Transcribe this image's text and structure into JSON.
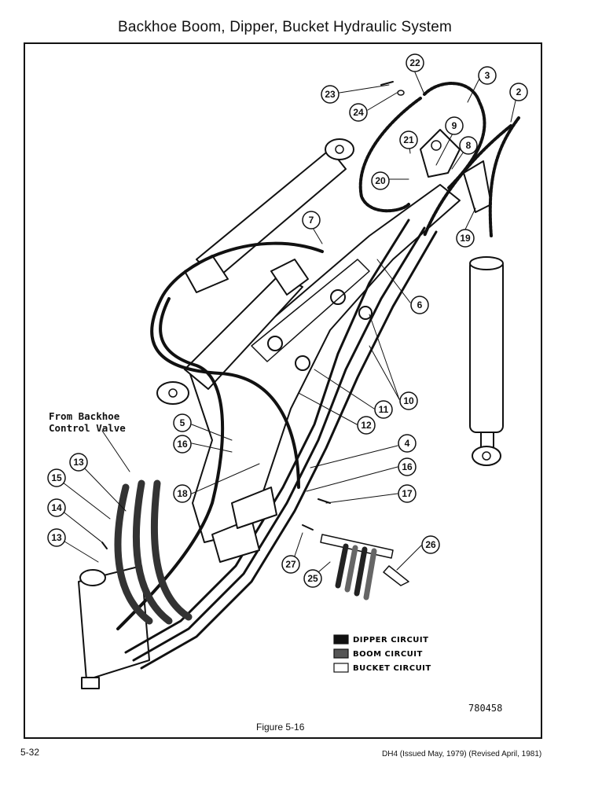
{
  "header": {
    "title": "Backhoe Boom, Dipper, Bucket Hydraulic System"
  },
  "figure": {
    "source_label": {
      "line1": "From Backhoe",
      "line2": "Control Valve"
    },
    "callouts": [
      "22",
      "3",
      "23",
      "24",
      "2",
      "9",
      "21",
      "8",
      "20",
      "19",
      "7",
      "6",
      "10",
      "11",
      "12",
      "5",
      "16",
      "4",
      "16",
      "18",
      "17",
      "13",
      "15",
      "14",
      "13",
      "26",
      "27",
      "25"
    ],
    "legend": [
      {
        "label": "DIPPER CIRCUIT",
        "swatch": "#111111"
      },
      {
        "label": "BOOM CIRCUIT",
        "swatch": "#555555"
      },
      {
        "label": "BUCKET CIRCUIT",
        "swatch": "#ffffff"
      }
    ],
    "drawing_number": "780458",
    "caption": "Figure 5-16"
  },
  "footer": {
    "page_number": "5-32",
    "revision": "DH4 (Issued May, 1979) (Revised April, 1981)"
  }
}
